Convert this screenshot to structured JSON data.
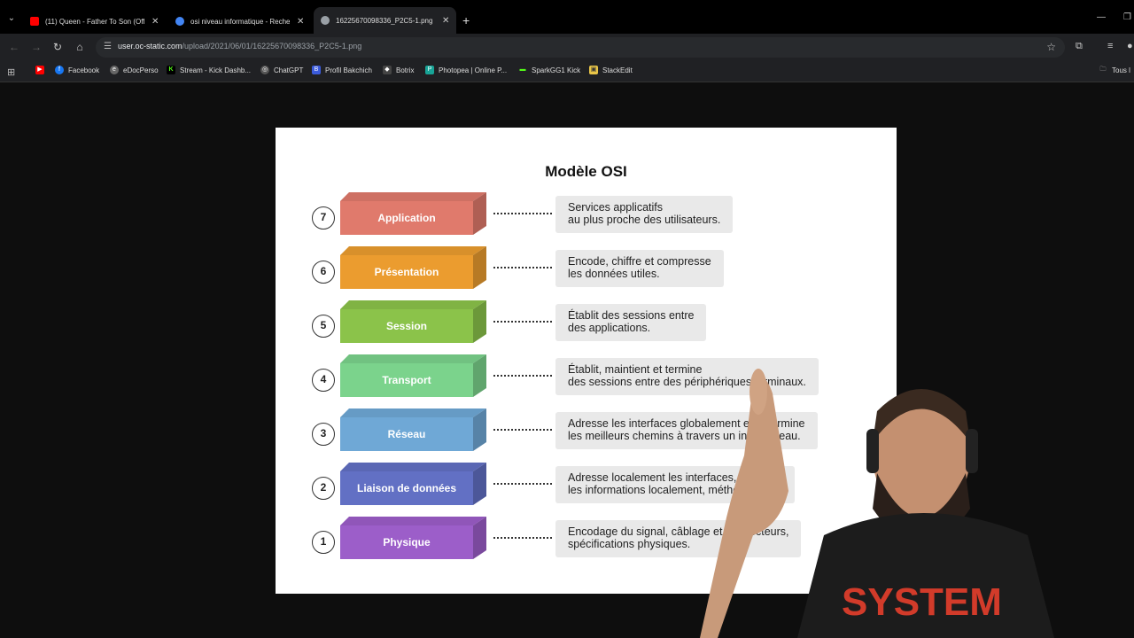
{
  "tabs": [
    {
      "title": "(11) Queen - Father To Son (Offi",
      "favicon_color": "#ff0000"
    },
    {
      "title": "osi niveau informatique - Reche",
      "favicon_color": "#4285f4"
    },
    {
      "title": "16225670098336_P2C5-1.png (",
      "favicon_color": "#9aa0a6"
    }
  ],
  "omnibox": {
    "host": "user.oc-static.com",
    "path": "/upload/2021/06/01/16225670098336_P2C5-1.png"
  },
  "bookmarks": [
    {
      "label": "",
      "color": "#ff0000"
    },
    {
      "label": "Facebook",
      "color": "#1877f2",
      "glyph": "f"
    },
    {
      "label": "eDocPerso",
      "color": "#666666",
      "glyph": "e"
    },
    {
      "label": "Stream - Kick Dashb...",
      "color": "#53fc18",
      "glyph": "K"
    },
    {
      "label": "ChatGPT",
      "color": "#555555",
      "glyph": "◎"
    },
    {
      "label": "Profil Bakchich",
      "color": "#3b5bdb",
      "glyph": "B"
    },
    {
      "label": "Botrix",
      "color": "#444444",
      "glyph": "◆"
    },
    {
      "label": "Photopea | Online P...",
      "color": "#18a497",
      "glyph": "P"
    },
    {
      "label": "SparkGG1 Kick",
      "color": "#53fc18",
      "glyph": "▬"
    },
    {
      "label": "StackEdit",
      "color": "#e8c547",
      "glyph": "▣"
    }
  ],
  "bookmarks_right": "Tous l",
  "diagram": {
    "title": "Modèle OSI",
    "layers": [
      {
        "num": "7",
        "name": "Application",
        "color": "#e07a6c",
        "desc": [
          "Services applicatifs",
          "au plus proche des utilisateurs."
        ]
      },
      {
        "num": "6",
        "name": "Présentation",
        "color": "#eb9c2f",
        "desc": [
          "Encode, chiffre et compresse",
          "les données utiles."
        ]
      },
      {
        "num": "5",
        "name": "Session",
        "color": "#8bc34a",
        "desc": [
          "Établit des sessions entre",
          "des applications."
        ]
      },
      {
        "num": "4",
        "name": "Transport",
        "color": "#7bd38c",
        "desc": [
          "Établit, maintient et termine",
          "des sessions entre des périphériques terminaux."
        ]
      },
      {
        "num": "3",
        "name": "Réseau",
        "color": "#6fa8d6",
        "desc": [
          "Adresse les interfaces globalement et détermine",
          "les meilleurs chemins à travers un inter-réseau."
        ]
      },
      {
        "num": "2",
        "name": "Liaison de données",
        "color": "#6270c4",
        "desc": [
          "Adresse localement les interfaces, livre",
          "les informations localement, méthode MAC."
        ]
      },
      {
        "num": "1",
        "name": "Physique",
        "color": "#9c5ec9",
        "desc": [
          "Encodage du signal, câblage et connecteurs,",
          "spécifications physiques."
        ]
      }
    ]
  },
  "overlay": {
    "shirt_text": "SYSTEM"
  }
}
